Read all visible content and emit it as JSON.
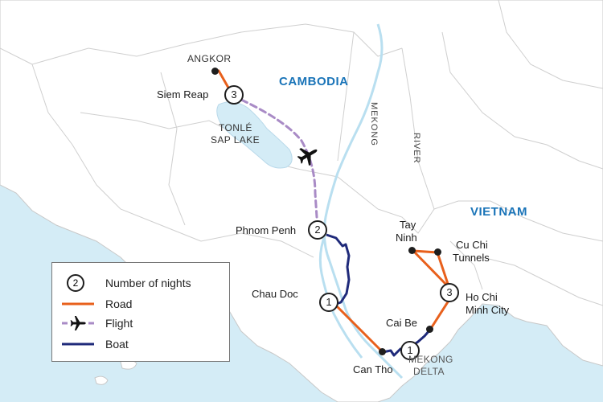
{
  "map": {
    "countries": {
      "cambodia": "CAMBODIA",
      "vietnam": "VIETNAM"
    },
    "features": {
      "lake_line1": "TONLÉ",
      "lake_line2": "SAP LAKE",
      "river_line1": "MEKONG",
      "river_line2": "RIVER",
      "delta_line1": "MEKONG",
      "delta_line2": "DELTA"
    },
    "places": {
      "angkor": "ANGKOR",
      "siem_reap": "Siem Reap",
      "phnom_penh": "Phnom Penh",
      "chau_doc": "Chau Doc",
      "can_tho": "Can Tho",
      "cai_be": "Cai Be",
      "tay_ninh_1": "Tay",
      "tay_ninh_2": "Ninh",
      "cu_chi_1": "Cu Chi",
      "cu_chi_2": "Tunnels",
      "hcmc_1": "Ho Chi",
      "hcmc_2": "Minh City"
    },
    "nights": {
      "siem_reap": "3",
      "phnom_penh": "2",
      "chau_doc": "1",
      "can_tho": "1",
      "ho_chi_minh": "3"
    },
    "icons": {
      "flight": "airplane-icon"
    }
  },
  "legend": {
    "nights_symbol": "2",
    "nights": "Number of nights",
    "road": "Road",
    "flight": "Flight",
    "boat": "Boat"
  },
  "colors": {
    "water": "#d4ecf6",
    "land": "#ffffff",
    "road": "#e8601c",
    "flight": "#a98bc6",
    "boat": "#1f2a7a",
    "country_label": "#1a74b8"
  }
}
